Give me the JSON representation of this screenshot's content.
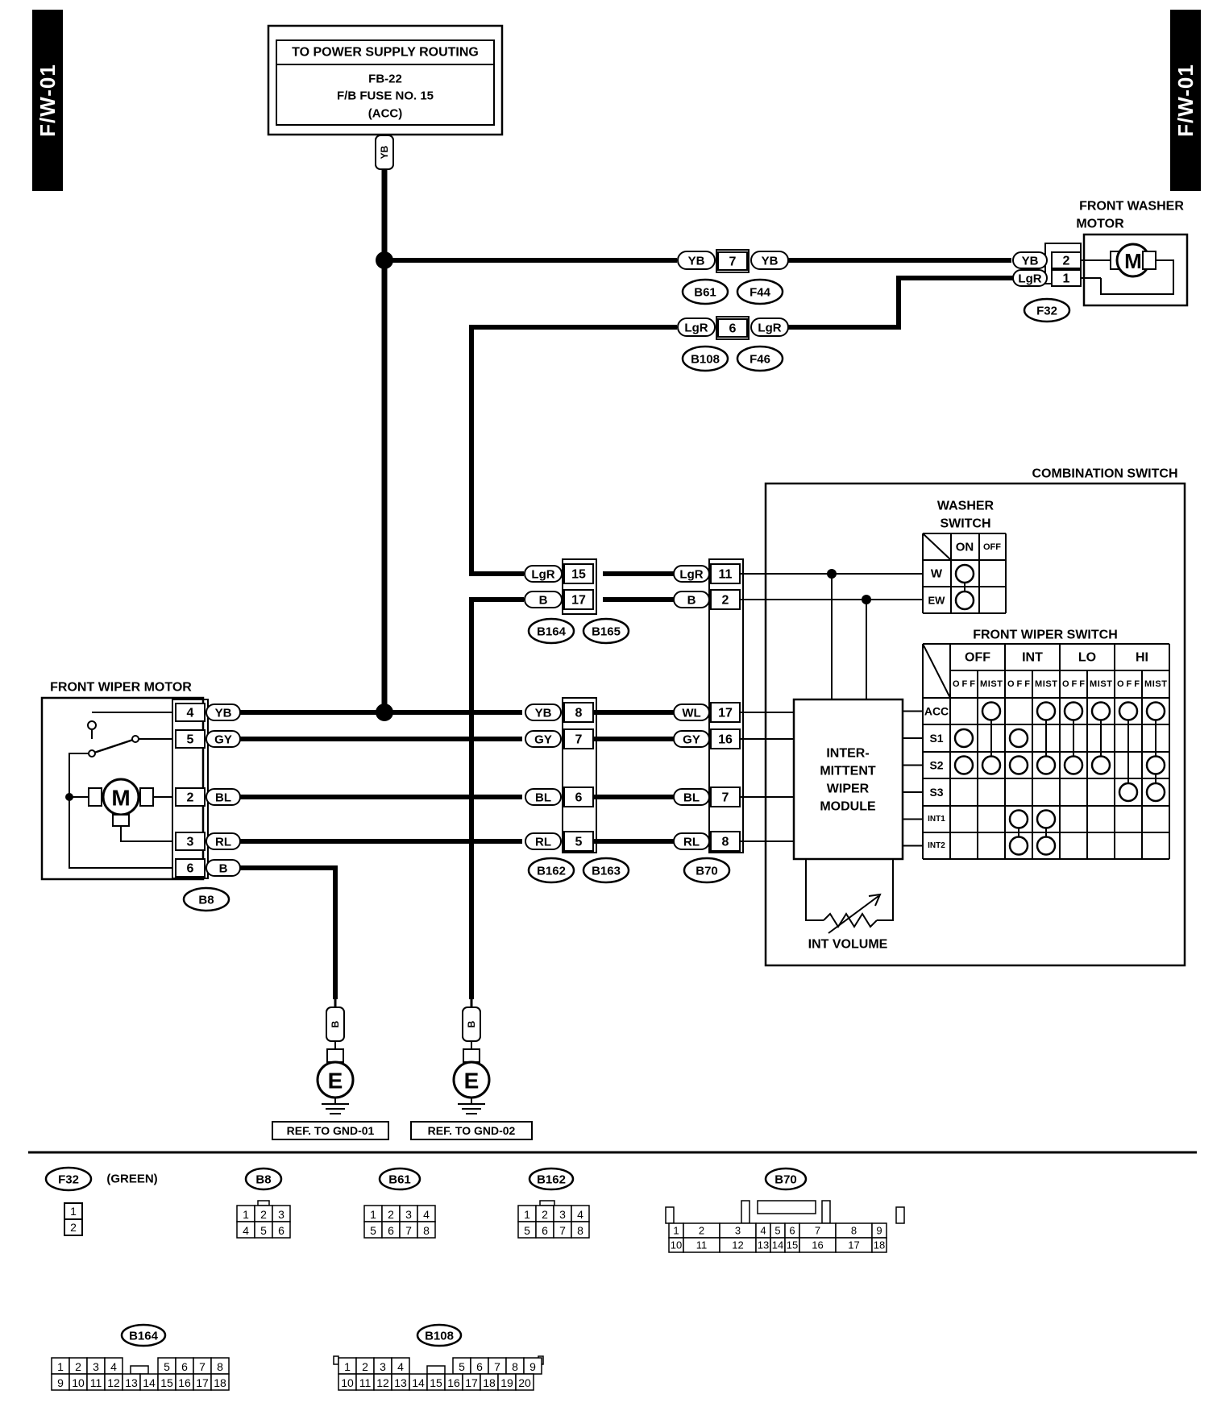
{
  "page_tag": "F/W-01",
  "power": {
    "title": "TO POWER SUPPLY ROUTING",
    "line1": "FB-22",
    "line2": "F/B FUSE NO. 15",
    "line3": "(ACC)"
  },
  "wire_colors": {
    "yb": "YB",
    "lgr": "LgR",
    "b": "B",
    "gy": "GY",
    "bl": "BL",
    "rl": "RL",
    "wl": "WL"
  },
  "front_washer_motor": {
    "label1": "FRONT WASHER",
    "label2": "MOTOR",
    "motor_symbol": "M",
    "pins": [
      "2",
      "1"
    ]
  },
  "front_wiper_motor": {
    "label": "FRONT WIPER MOTOR",
    "motor_symbol": "M",
    "pins": [
      "4",
      "5",
      "2",
      "3",
      "6"
    ]
  },
  "connector_pins": {
    "b61_f44": "7",
    "b108_f46": "6",
    "b164_b165": [
      "15",
      "17"
    ],
    "b70_top": [
      "11",
      "2"
    ],
    "b162_b163": [
      "8",
      "7",
      "6",
      "5"
    ],
    "b70_bottom": [
      "17",
      "16",
      "7",
      "8"
    ]
  },
  "connectors": {
    "b61": "B61",
    "f44": "F44",
    "b108": "B108",
    "f46": "F46",
    "f32": "F32",
    "b164": "B164",
    "b165": "B165",
    "b162": "B162",
    "b163": "B163",
    "b70": "B70",
    "b8": "B8"
  },
  "combination_switch": {
    "label": "COMBINATION SWITCH",
    "washer_switch": {
      "label1": "WASHER",
      "label2": "SWITCH",
      "columns": [
        "ON",
        "OFF"
      ],
      "rows": [
        "W",
        "EW"
      ]
    },
    "front_wiper_switch": {
      "label": "FRONT WIPER SWITCH",
      "groups": [
        "OFF",
        "INT",
        "LO",
        "HI"
      ],
      "subcolumns": [
        "OFF",
        "MIST",
        "OFF",
        "MIST",
        "OFF",
        "MIST",
        "OFF",
        "MIST"
      ],
      "rows": [
        "ACC",
        "S1",
        "S2",
        "S3",
        "INT1",
        "INT2"
      ]
    },
    "module": {
      "line1": "INTER-",
      "line2": "MITTENT",
      "line3": "WIPER",
      "line4": "MODULE"
    },
    "int_volume": "INT VOLUME"
  },
  "grounds": {
    "symbol": "E",
    "wire": "B",
    "ref1": "REF. TO GND-01",
    "ref2": "REF. TO GND-02"
  },
  "connector_faces": {
    "f32": {
      "name": "F32",
      "note": "(GREEN)",
      "pins": [
        "1",
        "2"
      ]
    },
    "b8": {
      "name": "B8",
      "pins": [
        "1",
        "2",
        "3",
        "4",
        "5",
        "6"
      ]
    },
    "b61": {
      "name": "B61",
      "pins": [
        "1",
        "2",
        "3",
        "4",
        "5",
        "6",
        "7",
        "8"
      ]
    },
    "b162": {
      "name": "B162",
      "pins": [
        "1",
        "2",
        "3",
        "4",
        "5",
        "6",
        "7",
        "8"
      ]
    },
    "b70": {
      "name": "B70",
      "top": [
        "1",
        "2",
        "3",
        "4",
        "5",
        "6",
        "7",
        "8",
        "9"
      ],
      "bottom": [
        "10",
        "11",
        "12",
        "13",
        "14",
        "15",
        "16",
        "17",
        "18"
      ]
    },
    "b164": {
      "name": "B164",
      "top": [
        "1",
        "2",
        "3",
        "4",
        "5",
        "6",
        "7",
        "8"
      ],
      "bottom": [
        "9",
        "10",
        "11",
        "12",
        "13",
        "14",
        "15",
        "16",
        "17",
        "18"
      ]
    },
    "b108": {
      "name": "B108",
      "top": [
        "1",
        "2",
        "3",
        "4",
        "5",
        "6",
        "7",
        "8",
        "9"
      ],
      "bottom": [
        "10",
        "11",
        "12",
        "13",
        "14",
        "15",
        "16",
        "17",
        "18",
        "19",
        "20"
      ]
    }
  },
  "colors": {
    "ink": "#000000",
    "paper": "#ffffff",
    "tab_bg": "#000000",
    "tab_text": "#ffffff"
  }
}
